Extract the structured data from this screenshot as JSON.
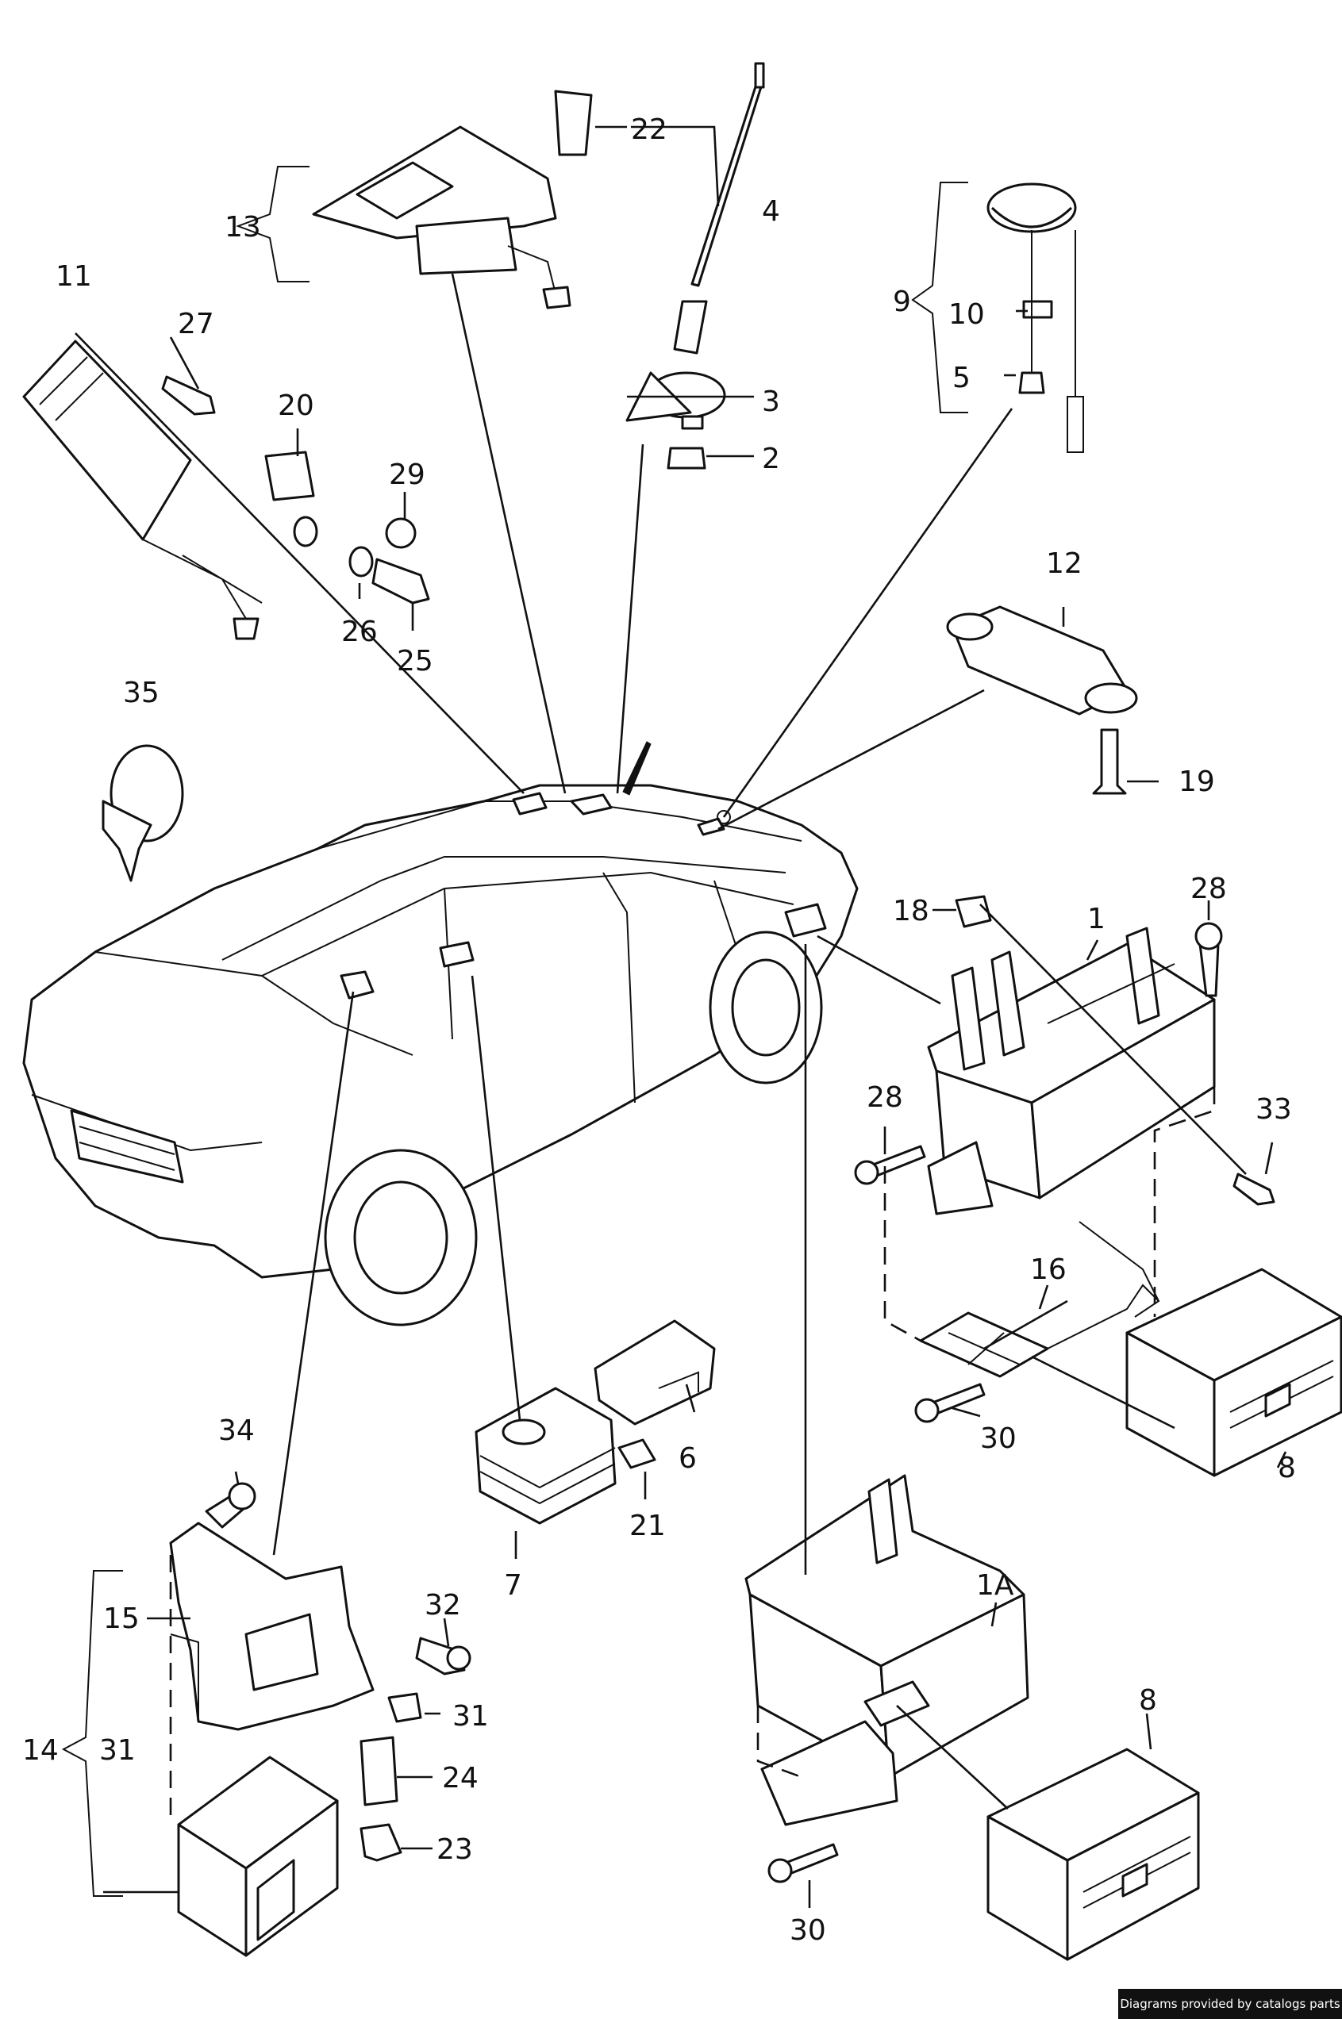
{
  "labels": {
    "p1": "1",
    "p1A": "1A",
    "p2": "2",
    "p3": "3",
    "p4": "4",
    "p5": "5",
    "p6": "6",
    "p7": "7",
    "p8a": "8",
    "p8b": "8",
    "p9": "9",
    "p10": "10",
    "p11": "11",
    "p12": "12",
    "p13": "13",
    "p14": "14",
    "p15": "15",
    "p16": "16",
    "p18": "18",
    "p19": "19",
    "p20": "20",
    "p21": "21",
    "p22": "22",
    "p23": "23",
    "p24": "24",
    "p25": "25",
    "p26": "26",
    "p27": "27",
    "p28a": "28",
    "p28b": "28",
    "p29": "29",
    "p30a": "30",
    "p30b": "30",
    "p31a": "31",
    "p31b": "31",
    "p32": "32",
    "p33": "33",
    "p34": "34",
    "p35": "35"
  },
  "credit": "Diagrams provided by catalogs parts"
}
